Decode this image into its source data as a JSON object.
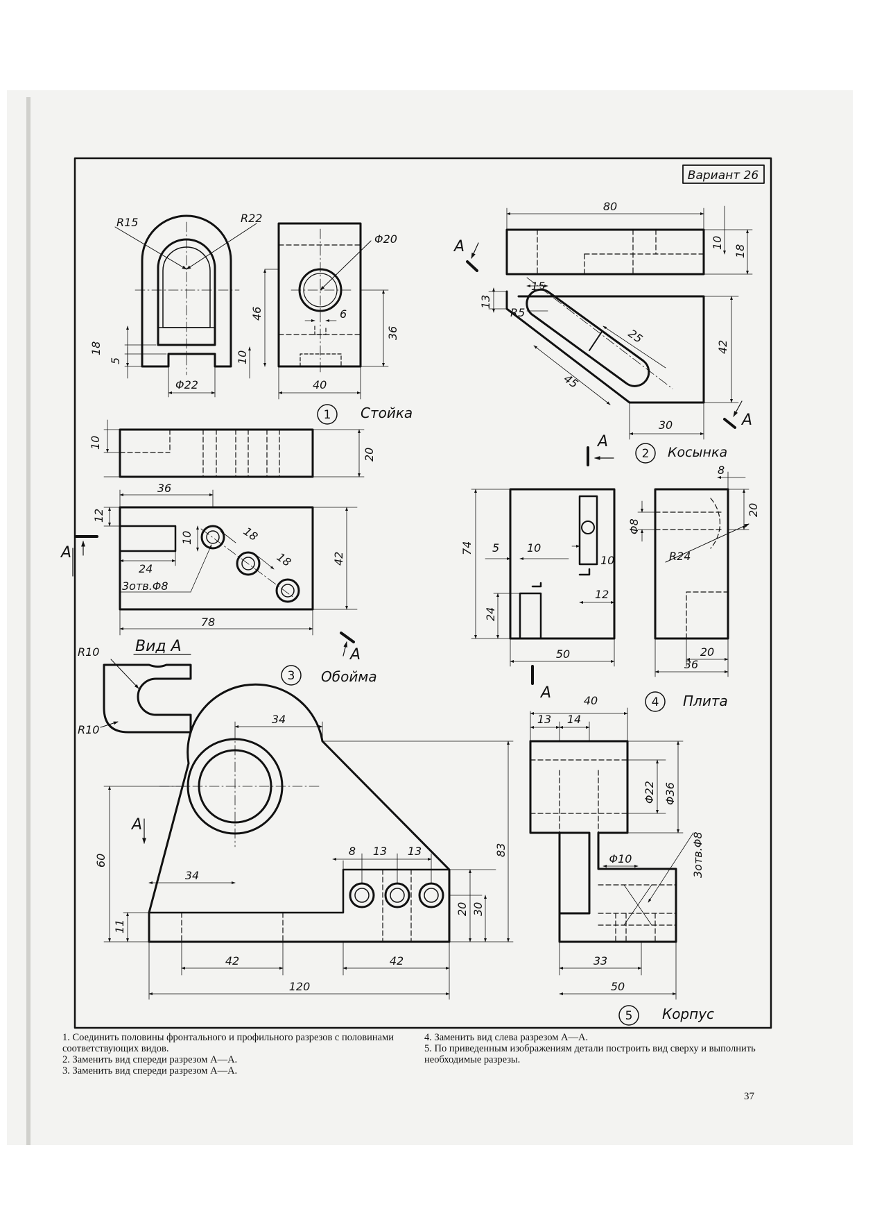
{
  "variant": "Вариант 26",
  "parts": [
    {
      "number": "1",
      "name": "Стойка"
    },
    {
      "number": "2",
      "name": "Косынка"
    },
    {
      "number": "3",
      "name": "Обойма"
    },
    {
      "number": "4",
      "name": "Плита"
    },
    {
      "number": "5",
      "name": "Корпус"
    }
  ],
  "part1_dims": {
    "r15": "R15",
    "r22": "R22",
    "d20": "Φ20",
    "d22": "Φ22",
    "h46": "46",
    "h36": "36",
    "h18": "18",
    "h5": "5",
    "h10": "10",
    "w40": "40",
    "w6": "6"
  },
  "part2_dims": {
    "w80": "80",
    "h10": "10",
    "h18": "18",
    "w15": "15",
    "h13": "13",
    "r5": "R5",
    "l25": "25",
    "h42": "42",
    "l45": "45",
    "w30": "30"
  },
  "part3_dims": {
    "h10": "10",
    "h20": "20",
    "w36": "36",
    "h12": "12",
    "h10b": "10",
    "w18a": "18",
    "w18b": "18",
    "w24": "24",
    "holes": "3отв.Φ8",
    "h42": "42",
    "w78": "78",
    "view_label": "Вид А",
    "r10a": "R10",
    "r10b": "R10"
  },
  "part4_dims": {
    "w8": "8",
    "h20": "20",
    "d8": "Φ8",
    "r24": "R24",
    "h74": "74",
    "w5": "5",
    "w10": "10",
    "h10": "10",
    "h24": "24",
    "w12": "12",
    "w50": "50",
    "w20": "20",
    "w36": "36"
  },
  "part5_dims": {
    "w34a": "34",
    "w40": "40",
    "w13": "13",
    "w14": "14",
    "d22": "Φ22",
    "d36": "Φ36",
    "h60": "60",
    "h83": "83",
    "w8": "8",
    "w13a": "13",
    "w13b": "13",
    "w34b": "34",
    "holes": "3отв.Φ8",
    "d10": "Φ10",
    "h20": "20",
    "h30": "30",
    "h11": "11",
    "w42a": "42",
    "w42b": "42",
    "w120": "120",
    "w33": "33",
    "w50": "50"
  },
  "section_letter": "A",
  "notes_left": [
    "1. Соединить половины фронтального и профильного разрезов с половинами соответствующих видов.",
    "2. Заменить вид спереди разрезом А—А.",
    "3. Заменить вид спереди разрезом А—А."
  ],
  "notes_right": [
    "4. Заменить вид слева разрезом А—А.",
    "5. По приведенным изображениям детали построить вид сверху и выполнить необходимые разрезы."
  ],
  "page_number": "37"
}
